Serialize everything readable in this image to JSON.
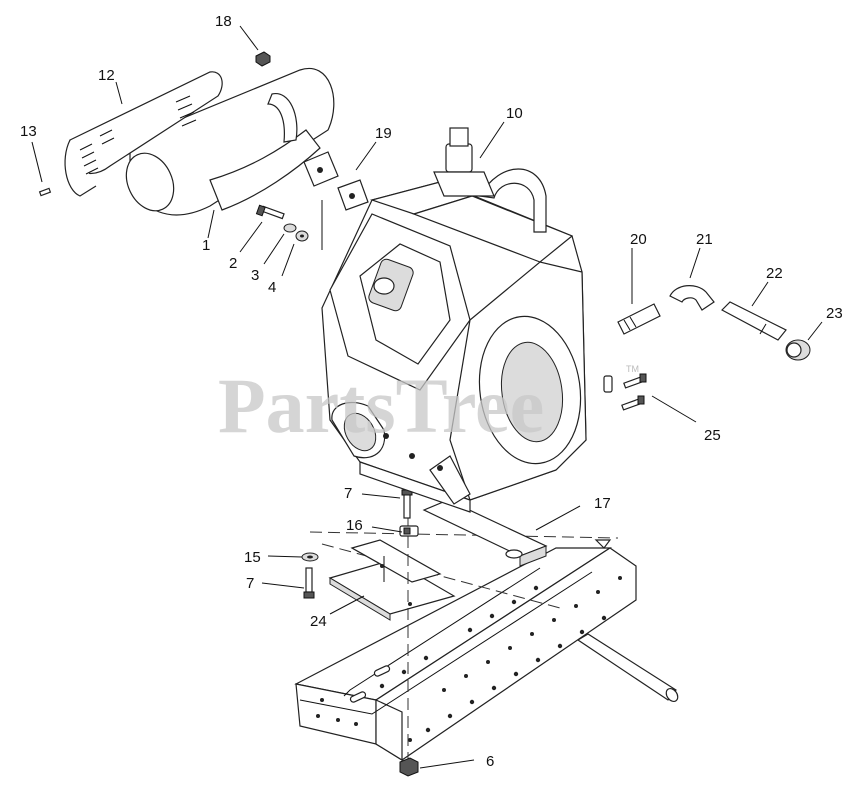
{
  "watermark": {
    "text": "PartsTree",
    "mark": "TM"
  },
  "callouts": [
    "18",
    "12",
    "13",
    "19",
    "10",
    "1",
    "2",
    "3",
    "4",
    "20",
    "21",
    "22",
    "23",
    "25",
    "7",
    "16",
    "17",
    "15",
    "7",
    "24",
    "6"
  ]
}
